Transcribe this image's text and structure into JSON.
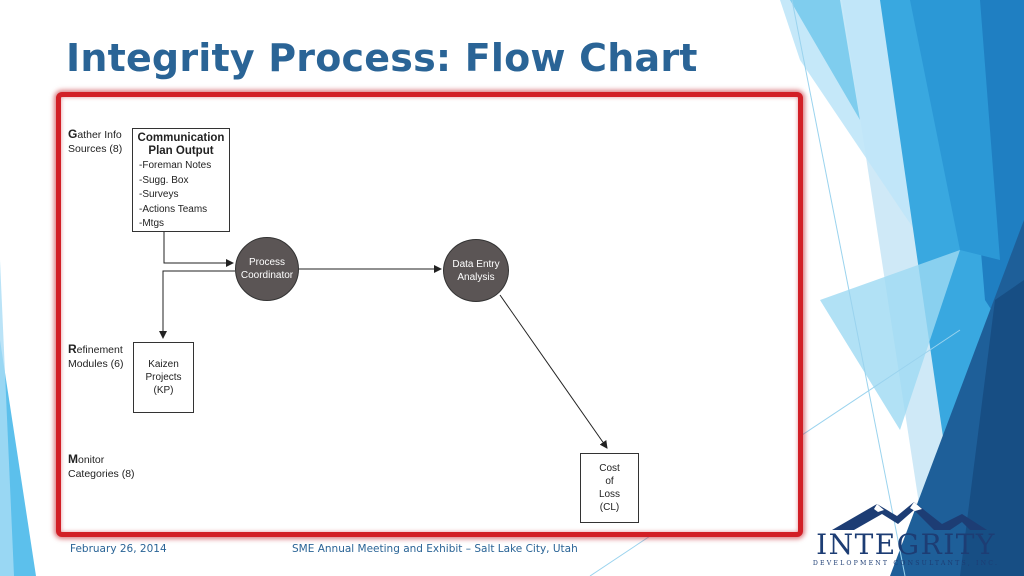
{
  "slide": {
    "title": "Integrity Process: Flow Chart"
  },
  "diagram": {
    "stages": [
      {
        "initial": "G",
        "rest": "ather Info",
        "sub": "Sources (8)"
      },
      {
        "initial": "R",
        "rest": "efinement",
        "sub": "Modules (6)"
      },
      {
        "initial": "M",
        "rest": "onitor",
        "sub": "Categories (8)"
      }
    ],
    "comm_box": {
      "heading_line1": "Communication",
      "heading_line2": "Plan Output",
      "items": [
        "-Foreman Notes",
        "-Sugg. Box",
        "-Surveys",
        "-Actions Teams",
        "-Mtgs"
      ]
    },
    "process_coordinator": {
      "line1": "Process",
      "line2": "Coordinator"
    },
    "data_entry": {
      "line1": "Data Entry",
      "line2": "Analysis"
    },
    "kaizen": {
      "line1": "Kaizen",
      "line2": "Projects",
      "line3": "(KP)"
    },
    "cost": {
      "line1": "Cost",
      "line2": "of",
      "line3": "Loss",
      "line4": "(CL)"
    }
  },
  "footer": {
    "date": "February 26, 2014",
    "event": "SME Annual Meeting and Exhibit – Salt Lake City, Utah"
  },
  "logo": {
    "name": "INTEGRITY",
    "tagline": "DEVELOPMENT CONSULTANTS, INC."
  },
  "colors": {
    "title": "#2a6496",
    "frame": "#d21f26",
    "node_fill": "#5b5555",
    "accent_blue": "#1e5f99",
    "logo": "#1d3d74"
  }
}
